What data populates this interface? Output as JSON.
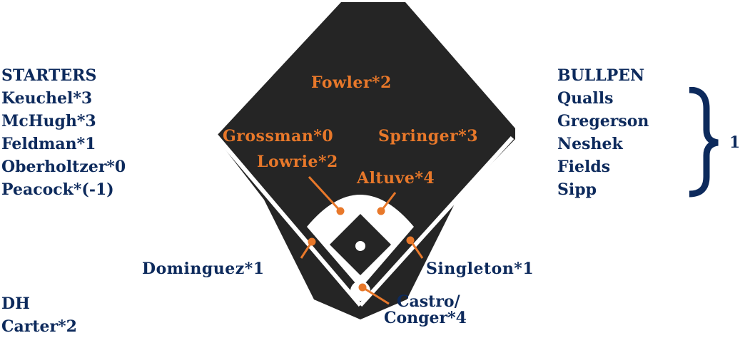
{
  "starters": {
    "heading": "STARTERS",
    "items": [
      "Keuchel*3",
      "McHugh*3",
      "Feldman*1",
      "Oberholtzer*0",
      "Peacock*(-1)"
    ]
  },
  "dh": {
    "heading": "DH",
    "items": [
      "Carter*2"
    ]
  },
  "bullpen": {
    "heading": "BULLPEN",
    "items": [
      "Qualls",
      "Gregerson",
      "Neshek",
      "Fields",
      "Sipp"
    ],
    "group_value": "1"
  },
  "positions": {
    "cf": "Fowler*2",
    "lf": "Grossman*0",
    "rf": "Springer*3",
    "ss": "Lowrie*2",
    "second_base": "Altuve*4",
    "third_base": "Dominguez*1",
    "first_base": "Singleton*1",
    "catcher_line1": "Castro/",
    "catcher_line2": "Conger*4"
  },
  "colors": {
    "field": "#252525",
    "infield": "#ffffff",
    "navy": "#0d2a5c",
    "orange": "#e8782a"
  }
}
